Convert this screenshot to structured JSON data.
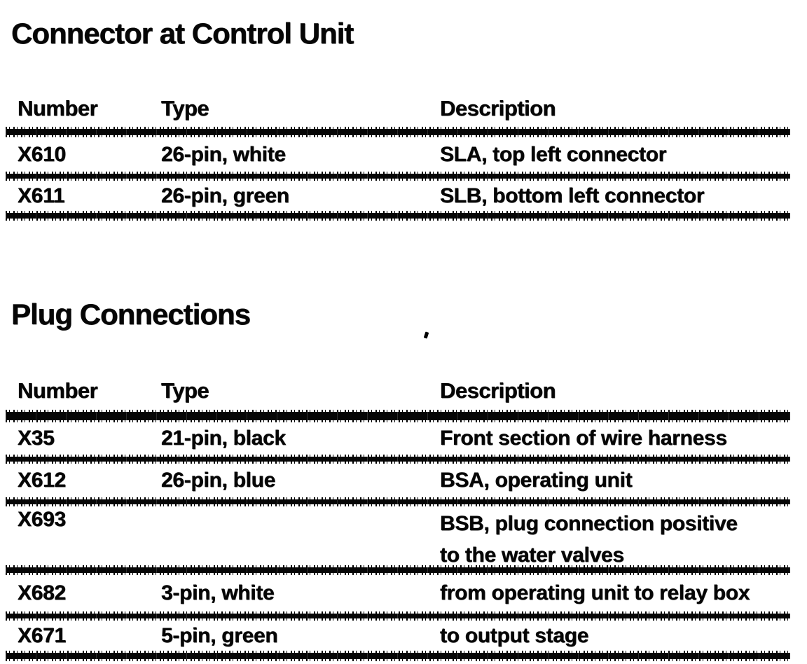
{
  "colors": {
    "ink": "#060606",
    "paper": "#ffffff"
  },
  "sections": [
    {
      "title": "Connector at Control Unit",
      "headers": [
        "Number",
        "Type",
        "Description"
      ],
      "rows": [
        {
          "number": "X610",
          "type": "26-pin, white",
          "description": "SLA, top left connector"
        },
        {
          "number": "X611",
          "type": "26-pin, green",
          "description": "SLB, bottom left connector"
        }
      ]
    },
    {
      "title": "Plug Connections",
      "headers": [
        "Number",
        "Type",
        "Description"
      ],
      "rows": [
        {
          "number": "X35",
          "type": "21-pin, black",
          "description": "Front section of wire harness"
        },
        {
          "number": "X612",
          "type": "26-pin, blue",
          "description": "BSA, operating unit"
        },
        {
          "number": "X693",
          "type": "",
          "description_lines": [
            "BSB, plug connection positive",
            "to the water valves"
          ]
        },
        {
          "number": "X682",
          "type": "3-pin, white",
          "description": "from operating unit to relay box"
        },
        {
          "number": "X671",
          "type": "5-pin, green",
          "description": "to output stage"
        }
      ]
    }
  ]
}
